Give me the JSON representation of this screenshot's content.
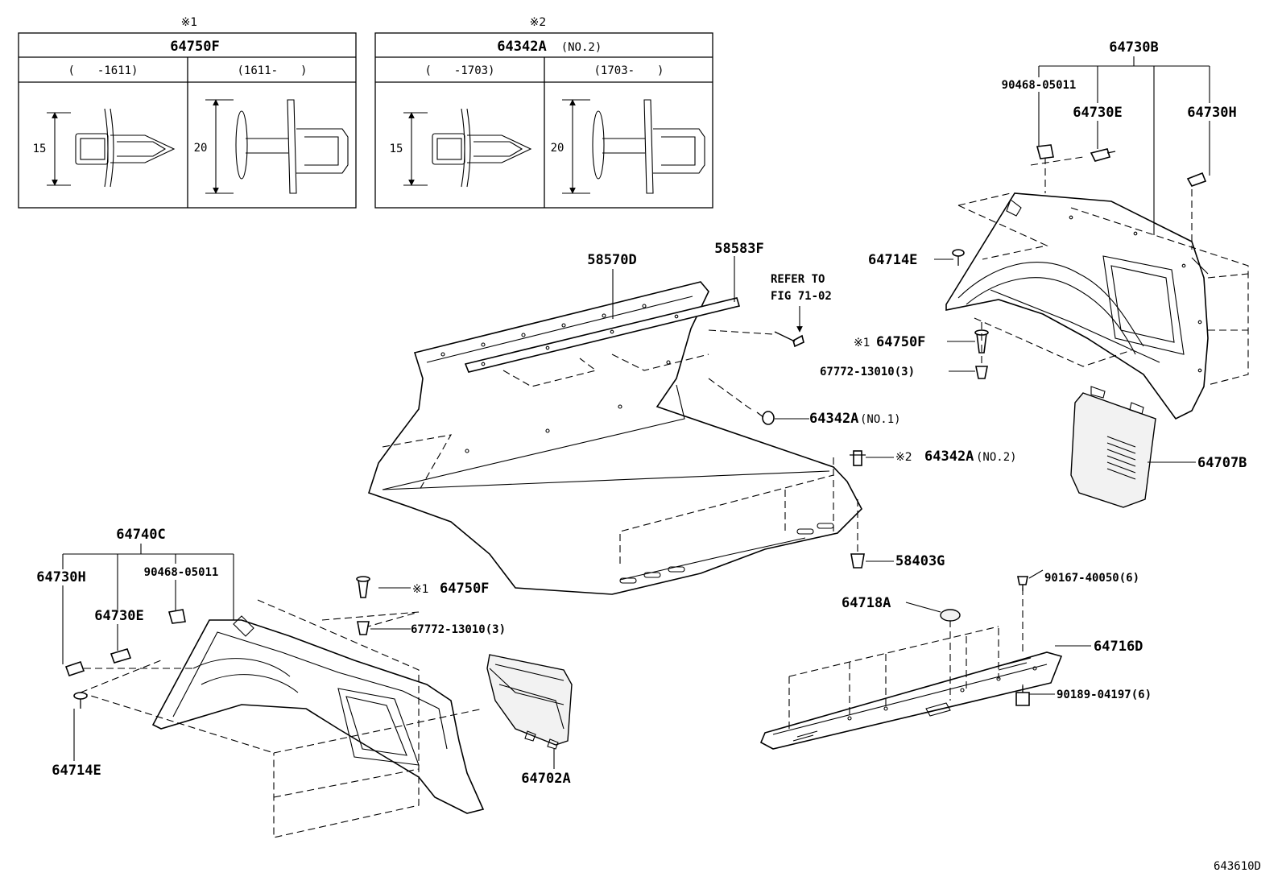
{
  "clip_tables": [
    {
      "marker": "※1",
      "part": "64750F",
      "ranges": [
        "(　　-1611)",
        "(1611-　　)"
      ],
      "dims": [
        "15",
        "20"
      ]
    },
    {
      "marker": "※2",
      "part": "64342A",
      "part_suffix": "(NO.2)",
      "ranges": [
        "(　　-1703)",
        "(1703-　　)"
      ],
      "dims": [
        "15",
        "20"
      ]
    }
  ],
  "callouts": {
    "c58570D": "58570D",
    "c58583F": "58583F",
    "refer1": "REFER TO",
    "refer2": "FIG 71-02",
    "c64342A_1": "64342A",
    "c64342A_1_sfx": "(NO.1)",
    "c64342A_2_mark": "※2",
    "c64342A_2": "64342A",
    "c64342A_2_sfx": "(NO.2)",
    "c58403G": "58403G",
    "c64730B": "64730B",
    "c90468_r": "90468-05011",
    "c64730E_r": "64730E",
    "c64730H_r": "64730H",
    "c64714E_r": "64714E",
    "c64750F_r_mark": "※1",
    "c64750F_r": "64750F",
    "c67772_r": "67772-13010(3)",
    "c64707B": "64707B",
    "c64740C": "64740C",
    "c64730H_l": "64730H",
    "c90468_l": "90468-05011",
    "c64730E_l": "64730E",
    "c64714E_l": "64714E",
    "c64750F_l_mark": "※1",
    "c64750F_l": "64750F",
    "c67772_l": "67772-13010(3)",
    "c64702A": "64702A",
    "c90167": "90167-40050(6)",
    "c64718A": "64718A",
    "c64716D": "64716D",
    "c90189": "90189-04197(6)"
  },
  "figure_id": "643610D"
}
